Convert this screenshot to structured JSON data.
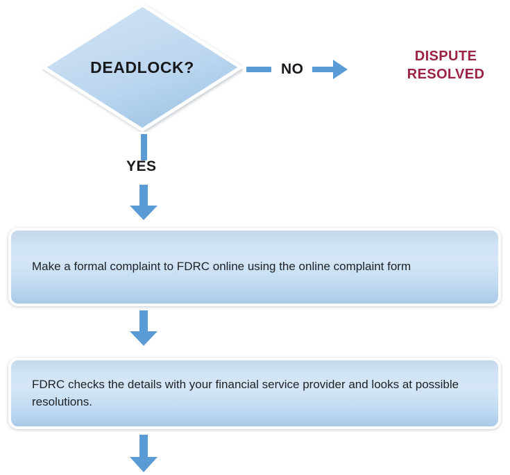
{
  "diagram": {
    "title": "FDRC complaint process flowchart",
    "colors": {
      "arrow_blue": "#5b9bd5",
      "shape_fill_light": "#d5e7f7",
      "shape_fill_dark": "#a9cae8",
      "resolved_red": "#9b2242",
      "text_dark": "#1d2024",
      "shape_border": "#fdfdfd"
    },
    "decision": {
      "label": "DEADLOCK?",
      "shape": "diamond"
    },
    "branches": {
      "no": {
        "label": "NO",
        "outcome_line_1": "DISPUTE",
        "outcome_line_2": "RESOLVED"
      },
      "yes": {
        "label": "YES"
      }
    },
    "steps": [
      {
        "id": "step-1",
        "text": "Make a formal complaint to FDRC online using the online complaint form"
      },
      {
        "id": "step-2",
        "text": "FDRC checks the details with your financial service provider and looks at possible resolutions."
      }
    ],
    "connectors": [
      {
        "name": "no-stub",
        "direction": "horizontal"
      },
      {
        "name": "no-arrow",
        "direction": "right"
      },
      {
        "name": "yes-stub",
        "direction": "vertical"
      },
      {
        "name": "yes-arrow",
        "direction": "down"
      },
      {
        "name": "step1-to-step2-arrow",
        "direction": "down"
      },
      {
        "name": "step2-continues-arrow",
        "direction": "down"
      }
    ]
  }
}
